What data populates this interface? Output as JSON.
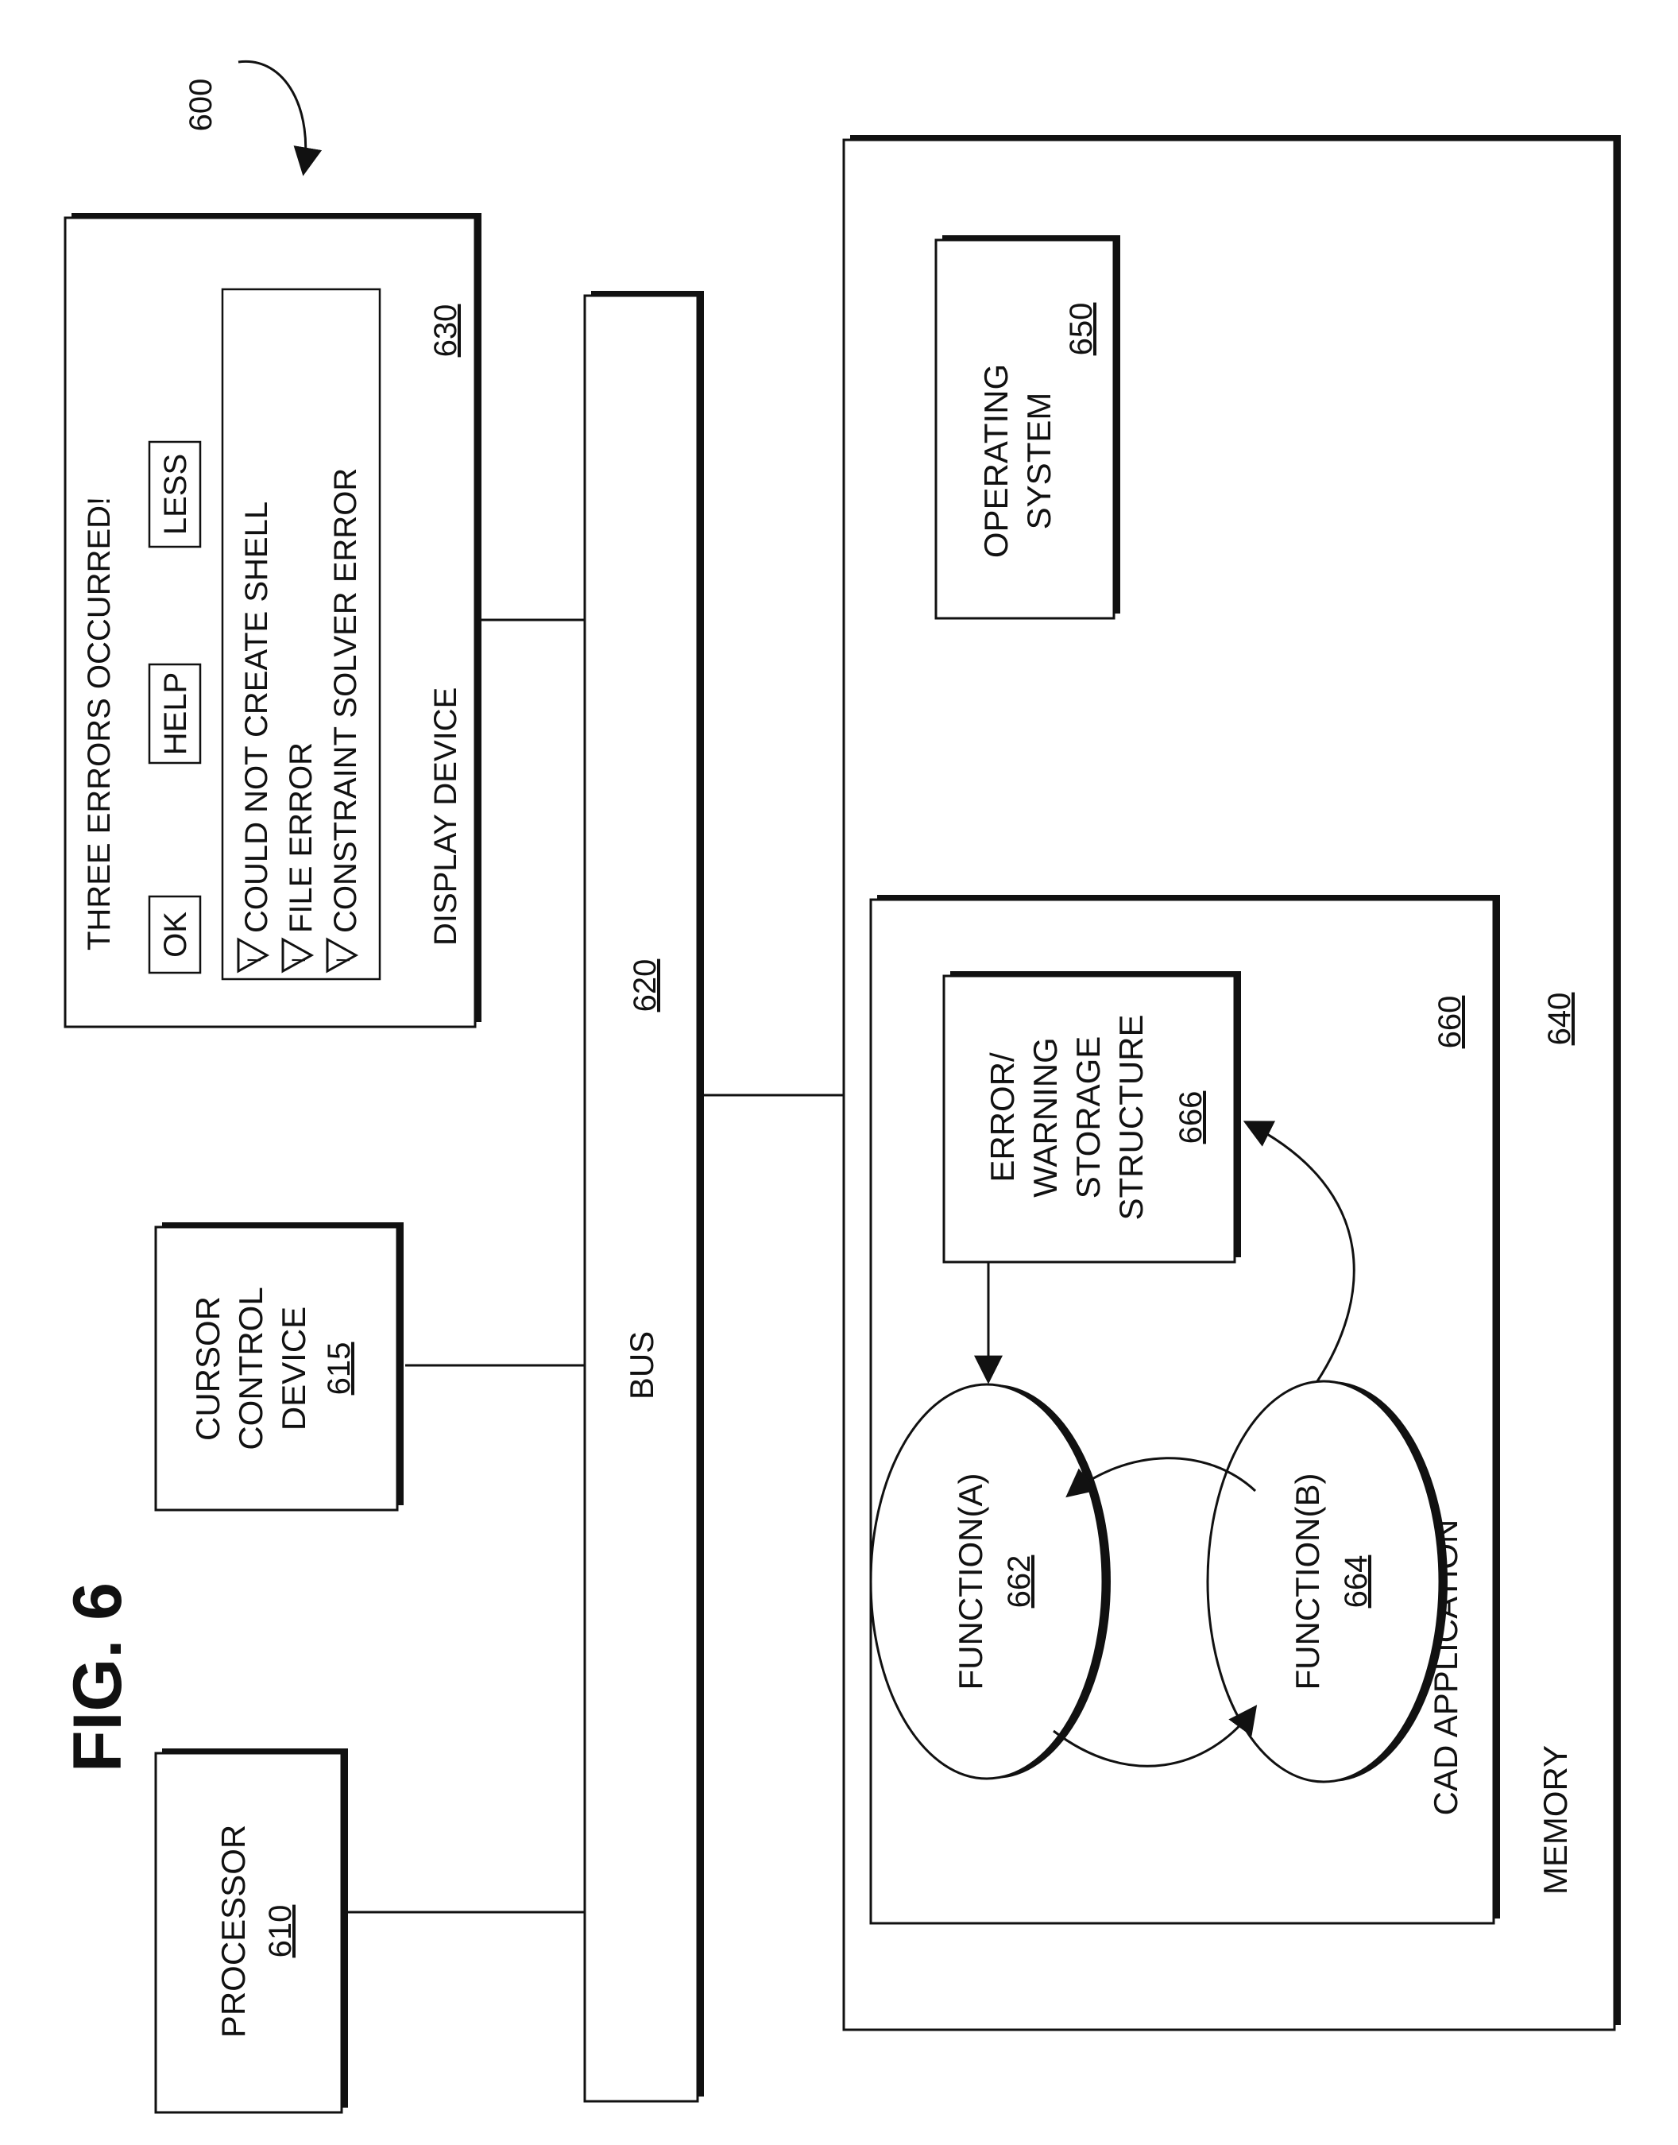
{
  "figure": {
    "title": "FIG. 6",
    "ref": "600"
  },
  "processor": {
    "label": "PROCESSOR",
    "ref": "610"
  },
  "cursor_control": {
    "line1": "CURSOR",
    "line2": "CONTROL",
    "line3": "DEVICE",
    "ref": "615"
  },
  "bus": {
    "label": "BUS",
    "ref": "620"
  },
  "display": {
    "label": "DISPLAY DEVICE",
    "ref": "630",
    "dialog": {
      "title": "THREE ERRORS OCCURRED!",
      "buttons": [
        "OK",
        "HELP",
        "LESS"
      ],
      "errors": [
        "COULD NOT CREATE SHELL",
        "FILE ERROR",
        "CONSTRAINT SOLVER ERROR"
      ]
    }
  },
  "memory": {
    "label": "MEMORY",
    "ref": "640"
  },
  "os": {
    "line1": "OPERATING",
    "line2": "SYSTEM",
    "ref": "650"
  },
  "cad": {
    "label": "CAD APPLICATION",
    "ref": "660"
  },
  "function_a": {
    "label": "FUNCTION(A)",
    "ref": "662"
  },
  "function_b": {
    "label": "FUNCTION(B)",
    "ref": "664"
  },
  "storage": {
    "line1": "ERROR/",
    "line2": "WARNING",
    "line3": "STORAGE",
    "line4": "STRUCTURE",
    "ref": "666"
  }
}
